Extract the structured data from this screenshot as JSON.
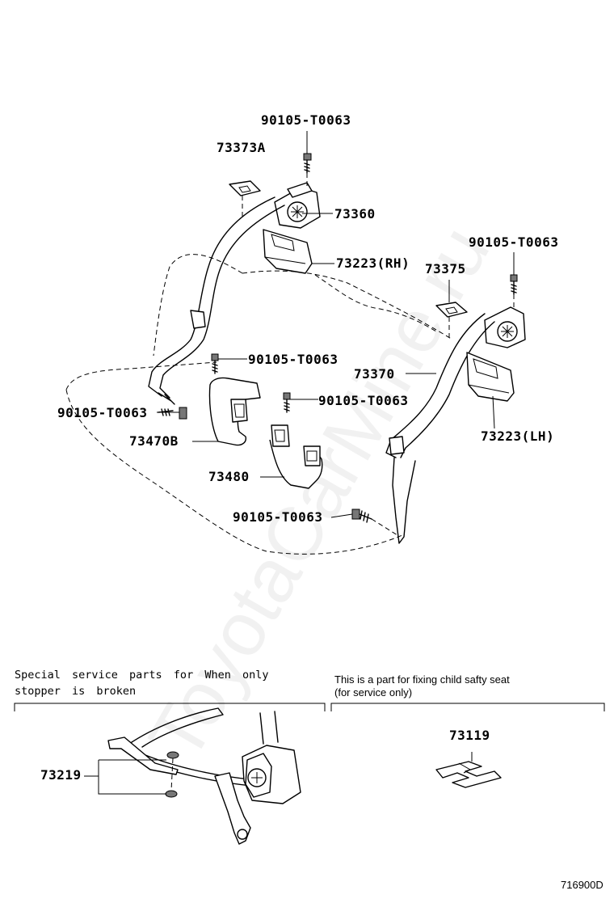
{
  "watermark": "ToyotaCarMine.ru",
  "parts": {
    "bolt_top": "90105-T0063",
    "p73373a": "73373A",
    "p73360": "73360",
    "p73223rh": "73223(RH)",
    "p73375": "73375",
    "bolt_right": "90105-T0063",
    "bolt_mid": "90105-T0063",
    "p73370": "73370",
    "bolt_center": "90105-T0063",
    "bolt_left": "90105-T0063",
    "p73470b": "73470B",
    "p73223lh": "73223(LH)",
    "p73480": "73480",
    "bolt_bottom": "90105-T0063"
  },
  "notes": {
    "left_line1": "Special service parts for When only",
    "left_line2": "stopper is broken",
    "right_line1": "This is a part for fixing child safty seat",
    "right_line2": "(for service only)"
  },
  "inset": {
    "p73219": "73219",
    "p73119": "73119"
  },
  "diagram_code": "716900D"
}
